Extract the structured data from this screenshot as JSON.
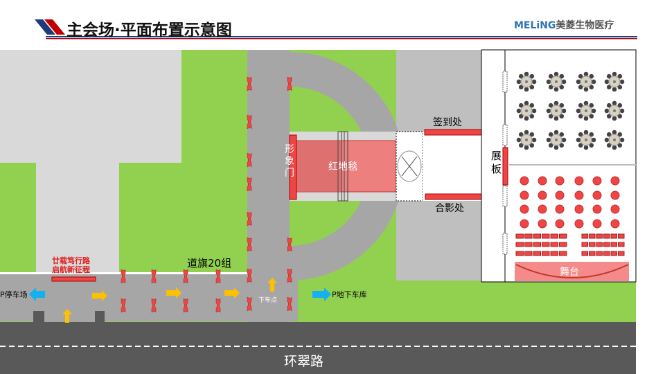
{
  "header": {
    "title": "主会场·平面布置示意图",
    "logo_brand": "MELiNG",
    "logo_cn": "美菱生物医疗"
  },
  "labels": {
    "slogan_line1": "廿载笃行路",
    "slogan_line2": "启航新征程",
    "flags": "道旗20组",
    "parking_left": "P停车场",
    "parking_underground": "P地下车库",
    "dropoff": "下车点",
    "gate": "形象门",
    "carpet": "红地毯",
    "signin": "签到处",
    "photo": "合影处",
    "display_board": "展板",
    "stage": "舞台",
    "road": "环翠路"
  },
  "colors": {
    "grass": "#92d050",
    "road": "#a6a6a6",
    "red": "#f04545",
    "carpet": "#ee7f7f",
    "blue_arrow": "#14b0f0",
    "yellow_arrow": "#ffc000"
  }
}
